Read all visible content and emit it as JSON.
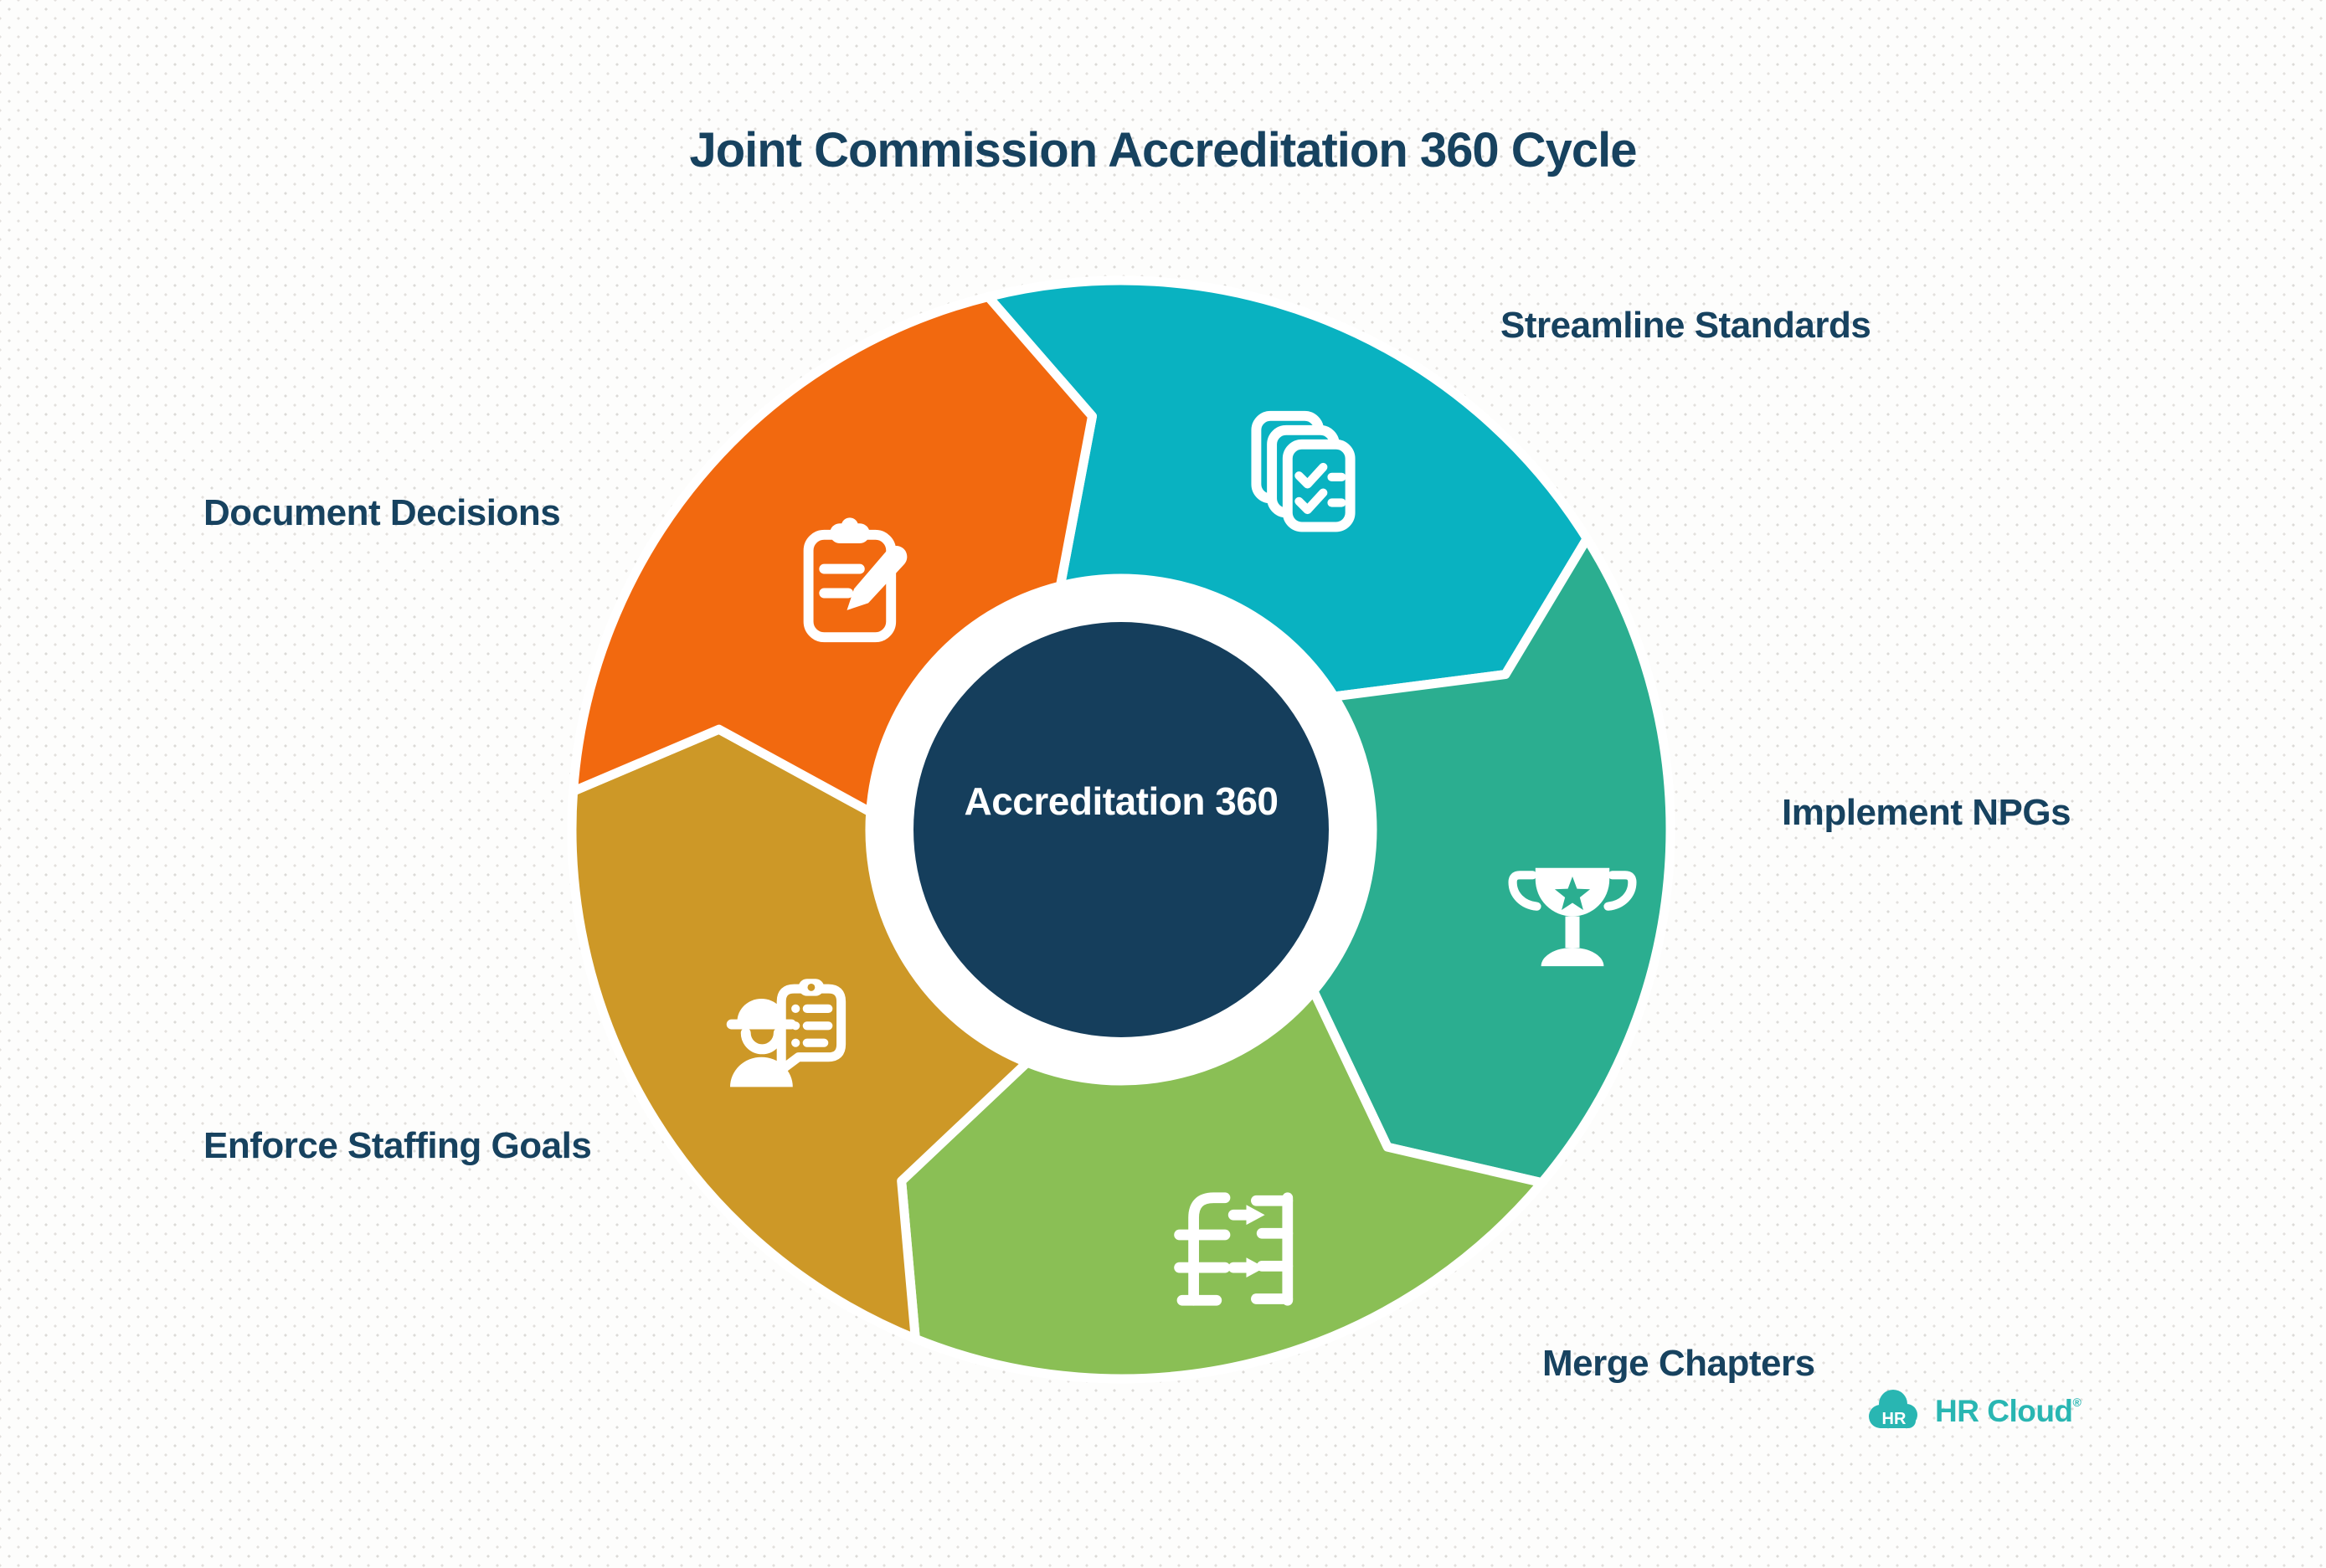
{
  "title": "Joint Commission Accreditation 360 Cycle",
  "center": {
    "label": "Accreditation 360",
    "color": "#153e5c",
    "text_color": "#ffffff"
  },
  "cycle": {
    "direction": "clockwise",
    "segments": [
      {
        "id": "streamline-standards",
        "label": "Streamline Standards",
        "color": "#09b2c1",
        "icon": "checklist-docs-icon"
      },
      {
        "id": "implement-npgs",
        "label": "Implement NPGs",
        "color": "#2bae90",
        "icon": "trophy-icon"
      },
      {
        "id": "merge-chapters",
        "label": "Merge Chapters",
        "color": "#8abf55",
        "icon": "merge-flow-icon"
      },
      {
        "id": "enforce-staffing-goals",
        "label": "Enforce Staffing Goals",
        "color": "#cd9827",
        "icon": "worker-checklist-icon"
      },
      {
        "id": "document-decisions",
        "label": "Document Decisions",
        "color": "#f2690f",
        "icon": "clipboard-pencil-icon"
      }
    ]
  },
  "branding": {
    "logo_badge": "HR",
    "logo_text": "HR Cloud",
    "logo_mark": "®",
    "logo_color": "#29b6b2"
  },
  "colors": {
    "text_navy": "#17425f",
    "background": "#fdfdfc"
  }
}
